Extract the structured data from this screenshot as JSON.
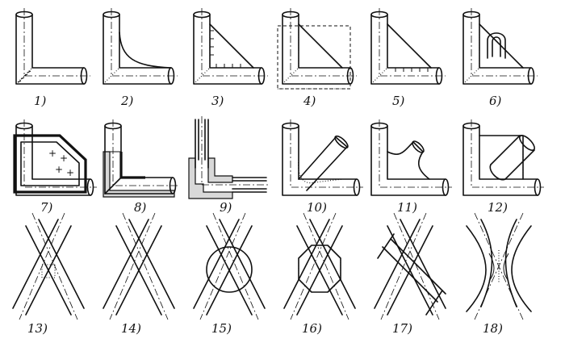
{
  "labels": {
    "v1": "1)",
    "v2": "2)",
    "v3": "3)",
    "v4": "4)",
    "v5": "5)",
    "v6": "6)",
    "v7": "7)",
    "v8": "8)",
    "v9": "9)",
    "v10": "10)",
    "v11": "11)",
    "v12": "12)",
    "v13": "13)",
    "v14": "14)",
    "v15": "15)",
    "v16": "16)",
    "v17": "17)",
    "v18": "18)"
  },
  "ink_color": "#111111",
  "paper_color": "#ffffff"
}
